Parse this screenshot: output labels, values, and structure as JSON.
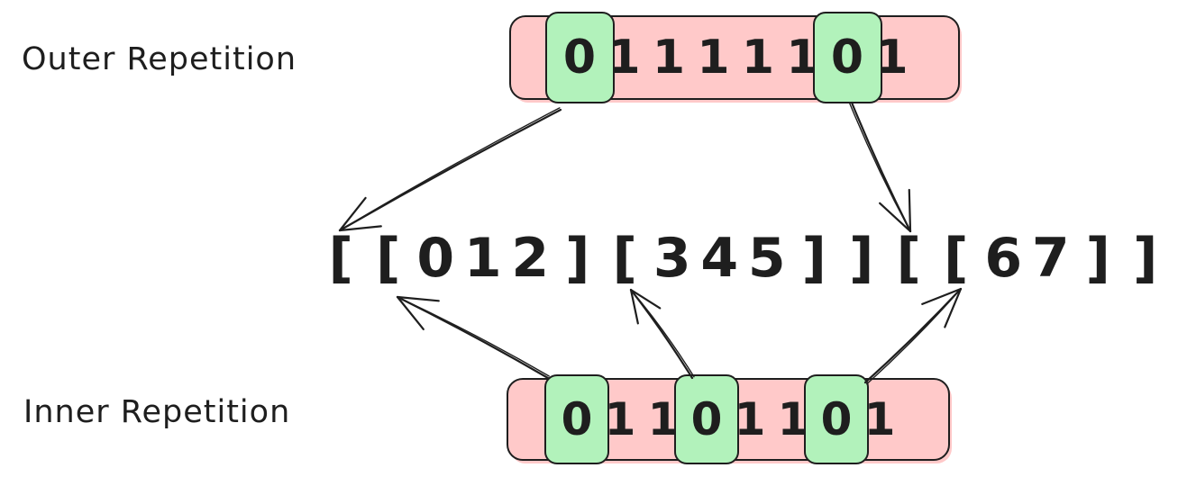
{
  "colors": {
    "background": "#ffffff",
    "box_fill": "#ffc9c9",
    "highlight_fill": "#b2f2bb",
    "stroke": "#1e1e1e"
  },
  "labels": {
    "outer": "Outer Repetition",
    "inner": "Inner Repetition"
  },
  "outer_sequence": {
    "bits": [
      "0",
      "1",
      "1",
      "1",
      "1",
      "1",
      "0",
      "1"
    ],
    "highlighted_indices": [
      0,
      6
    ]
  },
  "inner_sequence": {
    "bits": [
      "0",
      "1",
      "1",
      "0",
      "1",
      "1",
      "0",
      "1"
    ],
    "highlighted_indices": [
      0,
      3,
      6
    ]
  },
  "expression": {
    "text": "[ [ 0 1 2 ] [ 3 4 5 ] ] [ [ 6 7 ] ]",
    "tokens": [
      "[",
      "[",
      "0",
      "1",
      "2",
      "]",
      "[",
      "3",
      "4",
      "5",
      "]",
      "]",
      "[",
      "[",
      "6",
      "7",
      "]",
      "]"
    ]
  },
  "arrows": [
    {
      "name": "outer-arrow-left",
      "from": "outer-bit-0",
      "to": "expression-token-0"
    },
    {
      "name": "outer-arrow-right",
      "from": "outer-bit-6",
      "to": "expression-token-12"
    },
    {
      "name": "inner-arrow-left",
      "from": "inner-bit-0",
      "to": "expression-token-1"
    },
    {
      "name": "inner-arrow-middle",
      "from": "inner-bit-3",
      "to": "expression-token-6"
    },
    {
      "name": "inner-arrow-right",
      "from": "inner-bit-6",
      "to": "expression-token-13"
    }
  ]
}
